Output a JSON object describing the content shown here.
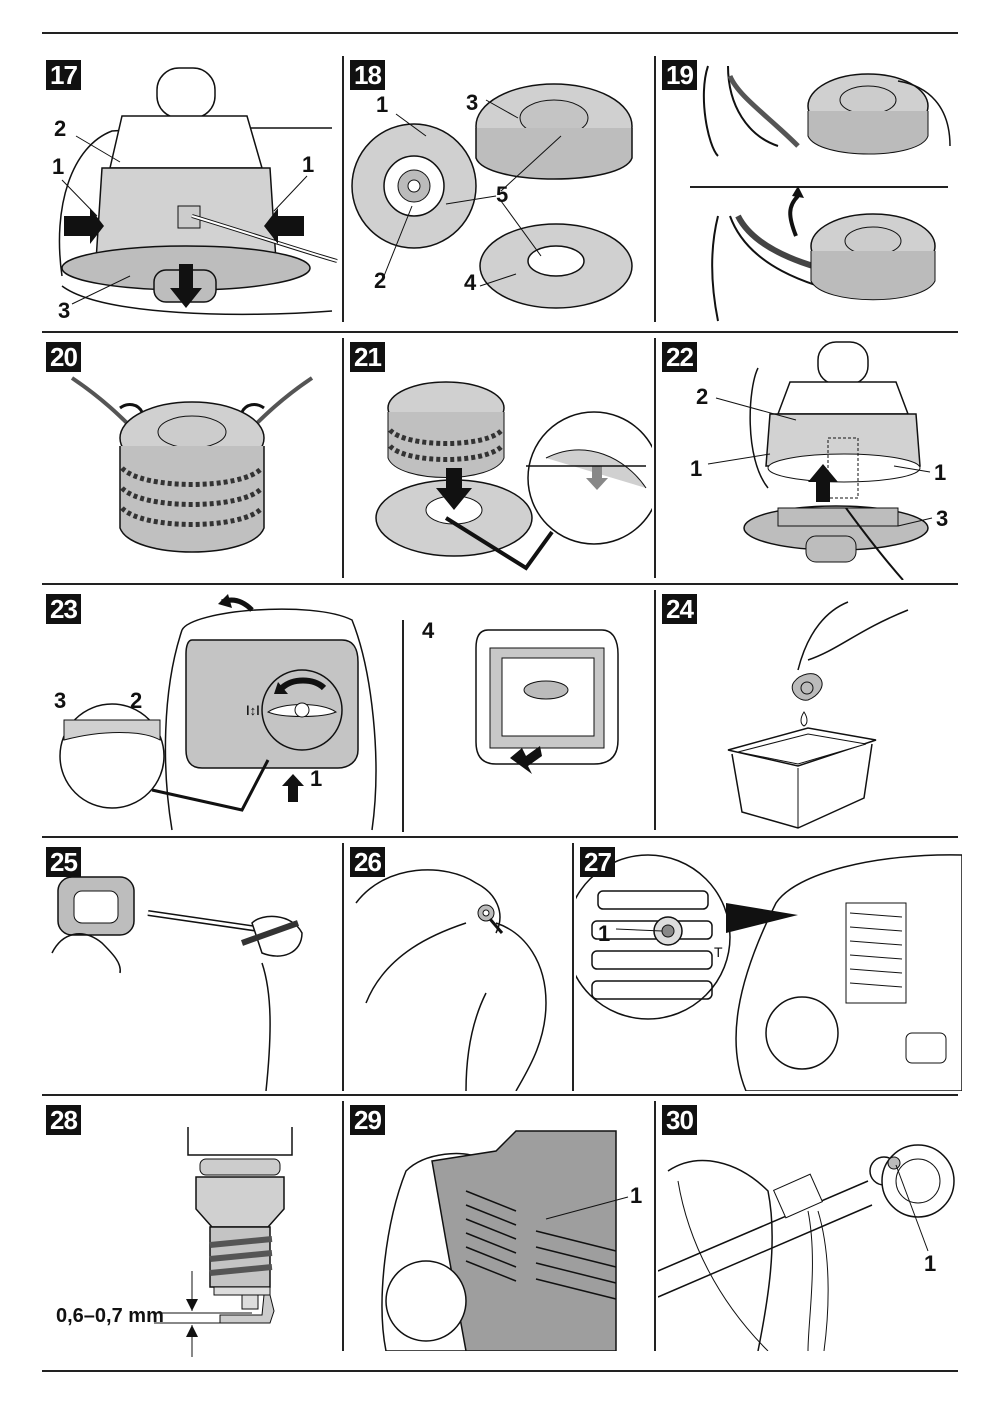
{
  "figures": [
    {
      "number": "17",
      "callouts": [
        "2",
        "1",
        "1",
        "3"
      ]
    },
    {
      "number": "18",
      "callouts": [
        "1",
        "3",
        "5",
        "2",
        "4"
      ]
    },
    {
      "number": "19",
      "callouts": []
    },
    {
      "number": "20",
      "callouts": []
    },
    {
      "number": "21",
      "callouts": []
    },
    {
      "number": "22",
      "callouts": [
        "2",
        "1",
        "1",
        "3"
      ]
    },
    {
      "number": "23",
      "callouts": [
        "3",
        "2",
        "1",
        "4"
      ],
      "dial_symbol": "ǀ↕ǀ"
    },
    {
      "number": "24",
      "callouts": []
    },
    {
      "number": "25",
      "callouts": []
    },
    {
      "number": "26",
      "callouts": []
    },
    {
      "number": "27",
      "callouts": [
        "1"
      ],
      "mark": "T"
    },
    {
      "number": "28",
      "callouts": [],
      "dimension_label": "0,6–0,7 mm"
    },
    {
      "number": "29",
      "callouts": [
        "1"
      ]
    },
    {
      "number": "30",
      "callouts": [
        "1"
      ]
    }
  ],
  "colors": {
    "ink": "#111111",
    "part_gray": "#c8c8c8",
    "dark_gray": "#9a9a9a",
    "badge_bg": "#111111",
    "badge_fg": "#ffffff"
  }
}
